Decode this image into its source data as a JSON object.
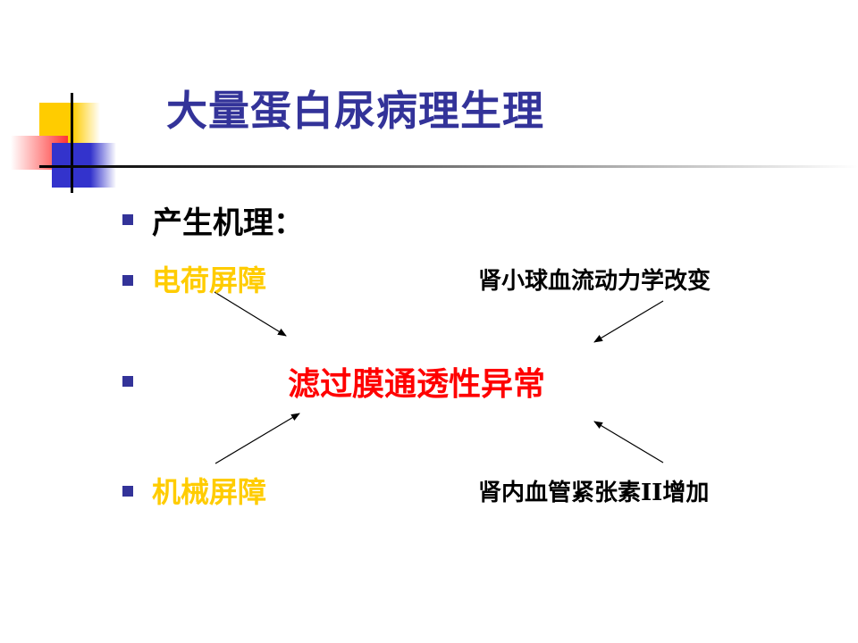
{
  "title": "大量蛋白尿病理生理",
  "colors": {
    "title": "#333399",
    "bullet": "#333399",
    "yellow": "#FFCC00",
    "red": "#FF0000",
    "blue_block": "#3333CC"
  },
  "items": {
    "heading": "产生机理：",
    "charge_barrier": "电荷屏障",
    "hemodynamics": "肾小球血流动力学改变",
    "filtration": "滤过膜通透性异常",
    "mechanical_barrier": "机械屏障",
    "angiotensin": "肾内血管紧张素II增加"
  }
}
